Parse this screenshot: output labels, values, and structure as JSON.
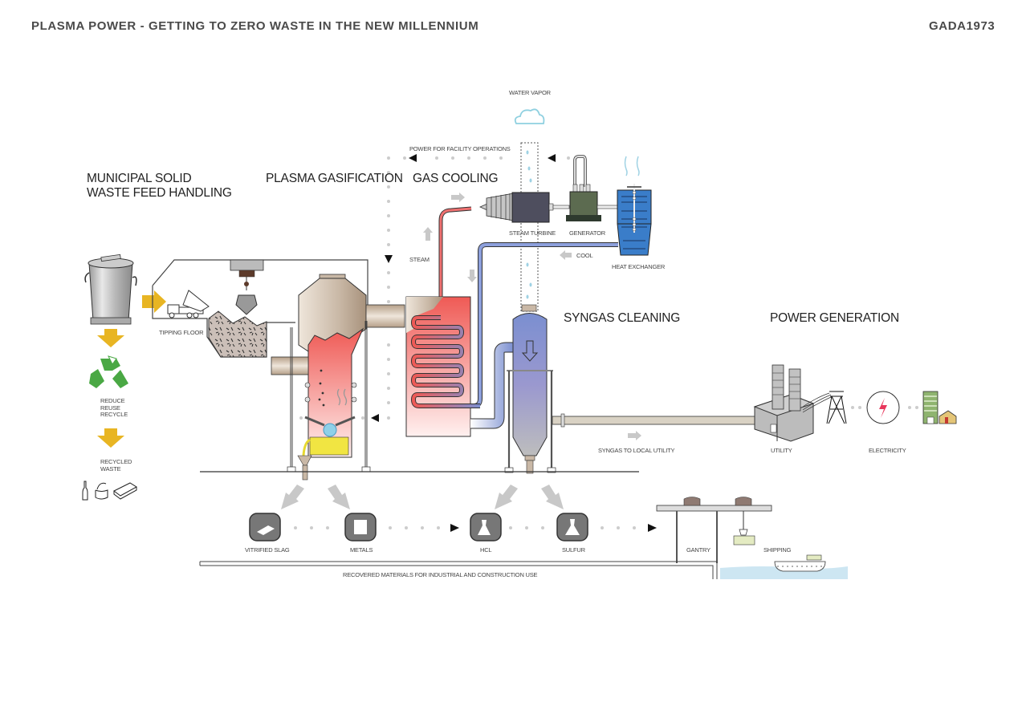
{
  "header": {
    "title": "PLASMA  POWER - GETTING TO ZERO WASTE IN THE NEW MILLENNIUM",
    "author": "GADA1973"
  },
  "sections": {
    "msw": "MUNICIPAL SOLID\nWASTE FEED HANDLING",
    "gasification": "PLASMA GASIFICATION",
    "cooling": "GAS COOLING",
    "cleaning": "SYNGAS CLEANING",
    "power": "POWER GENERATION"
  },
  "labels": {
    "water_vapor": "WATER VAPOR",
    "facility_power": "POWER FOR FACILITY OPERATIONS",
    "steam_turbine": "STEAM TURBINE",
    "generator": "GENERATOR",
    "cool": "COOL",
    "heat_exchanger": "HEAT EXCHANGER",
    "steam": "STEAM",
    "tipping_floor": "TIPPING FLOOR",
    "reduce_reuse_recycle": "REDUCE\nREUSE\nRECYCLE",
    "recycled_waste": "RECYCLED\nWASTE",
    "syngas_to_utility": "SYNGAS TO LOCAL UTILITY",
    "utility": "UTILITY",
    "electricity": "ELECTRICITY",
    "gantry": "GANTRY",
    "shipping": "SHIPPING",
    "recovered_materials": "RECOVERED MATERIALS FOR INDUSTRIAL AND CONSTRUCTION USE"
  },
  "products": [
    {
      "name": "VITRIFIED SLAG",
      "icon": "slag-ingot"
    },
    {
      "name": "METALS",
      "icon": "metal-bars"
    },
    {
      "name": "HCL",
      "icon": "flasks"
    },
    {
      "name": "SULFUR",
      "icon": "flask"
    }
  ],
  "colors": {
    "yellow_arrow": "#e8b523",
    "recycle_green": "#4aa844",
    "hot_red": "#ef5a55",
    "cool_blue": "#7d8fcf",
    "heat_exchanger_blue": "#3a7dc9",
    "turbine_dark": "#4e4e5e",
    "generator_green": "#5c6b50",
    "tan_metal": "#c9b8a6",
    "gray_arrow": "#c8c8c8",
    "water": "#cde6f2",
    "cloud": "#8fd0e0"
  }
}
